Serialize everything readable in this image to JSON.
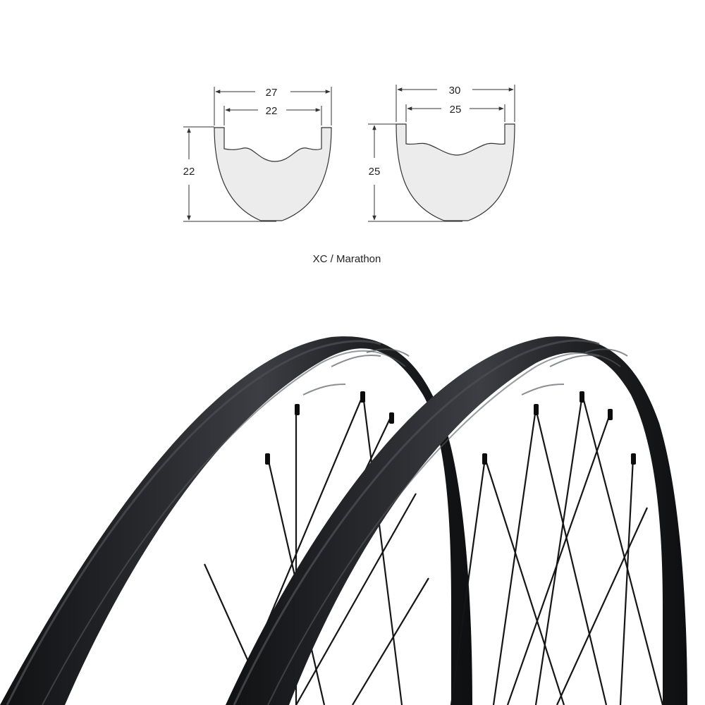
{
  "caption": "XC / Marathon",
  "profiles": [
    {
      "outer_width": "27",
      "inner_width": "22",
      "height": "22"
    },
    {
      "outer_width": "30",
      "inner_width": "25",
      "height": "25"
    }
  ],
  "colors": {
    "profile_fill": "#ececec",
    "profile_stroke": "#333333",
    "dimension_line": "#333333",
    "rim_carbon": "#1b1c1e",
    "rim_highlight": "#3d3f43",
    "spoke": "#151515"
  }
}
